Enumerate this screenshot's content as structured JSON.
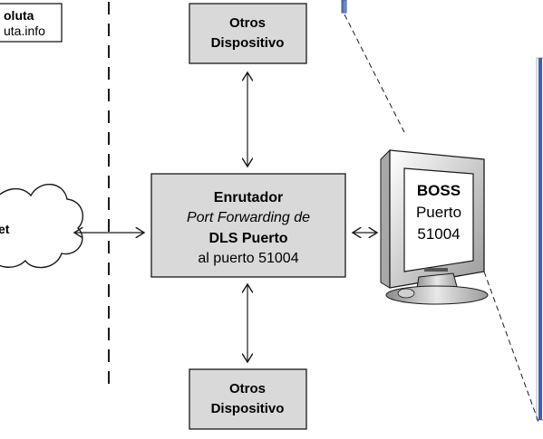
{
  "left_box": {
    "line1": "oluta",
    "line2": "uta.info"
  },
  "top_device": {
    "line1": "Otros",
    "line2": "Dispositivo"
  },
  "bottom_device": {
    "line1": "Otros",
    "line2": "Dispositivo"
  },
  "cloud": {
    "label": "et"
  },
  "router": {
    "title": "Enrutador",
    "subtitle": "Port Forwarding de",
    "emphasis": "DLS Puerto",
    "detail": "al puerto 51004"
  },
  "monitor": {
    "line1": "BOSS",
    "line2": "Puerto",
    "line3": "51004"
  },
  "colors": {
    "box_fill": "#d9d9d9",
    "line": "#1a1a1a",
    "accent_blue": "#3f5fa8",
    "background": "#ffffff"
  }
}
